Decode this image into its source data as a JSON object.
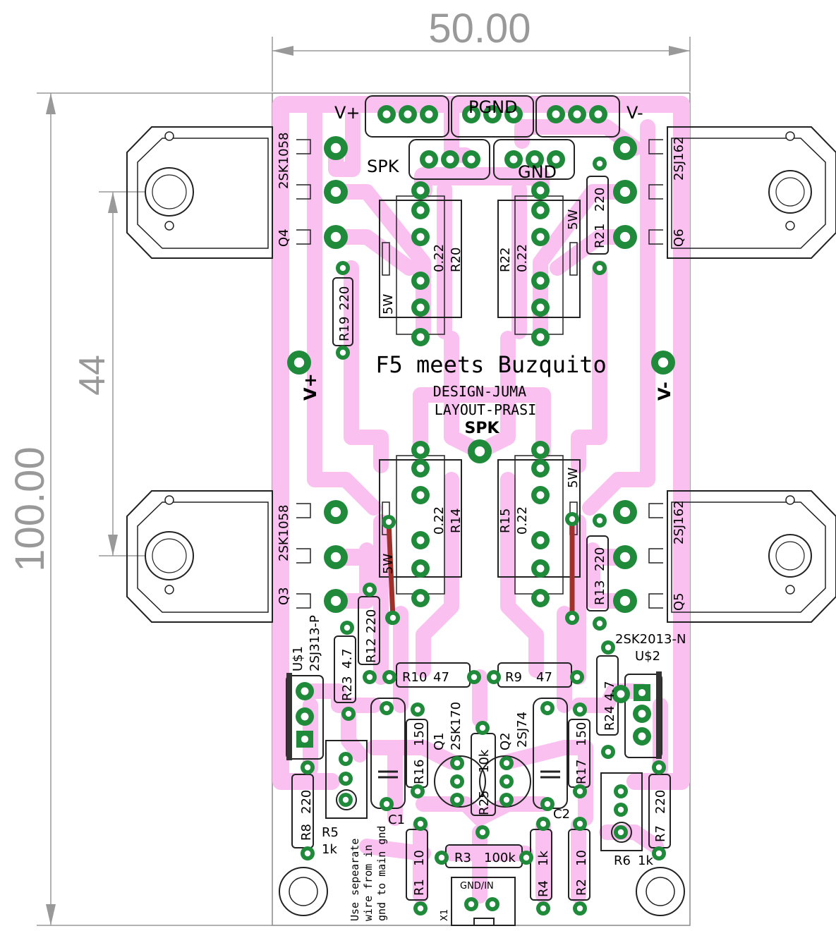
{
  "dimensions": {
    "width": "50.00",
    "height": "100.00",
    "mount_spacing": "44"
  },
  "title": {
    "main": "F5 meets Buzquito",
    "design": "DESIGN-JUMA",
    "layout": "LAYOUT-PRASI"
  },
  "connectors": {
    "vplus_top": "V+",
    "pgnd": "PGND",
    "vminus_top": "V-",
    "spk_top": "SPK",
    "gnd": "GND",
    "spk_mid": "SPK",
    "vplus_side": "V+",
    "vminus_side": "V-",
    "gnd_in": "GND/IN",
    "x1": "X1"
  },
  "transistors": {
    "q4": {
      "ref": "Q4",
      "part": "2SK1058"
    },
    "q6": {
      "ref": "Q6",
      "part": "2SJ162"
    },
    "q3": {
      "ref": "Q3",
      "part": "2SK1058"
    },
    "q5": {
      "ref": "Q5",
      "part": "2SJ162"
    },
    "q1": {
      "ref": "Q1",
      "part": "2SK170"
    },
    "q2": {
      "ref": "Q2",
      "part": "2SJ74"
    },
    "u1": {
      "ref": "U$1",
      "part": "2SJ313-P"
    },
    "u2": {
      "ref": "U$2",
      "part": "2SK2013-N"
    }
  },
  "resistors": {
    "r20": {
      "ref": "R20",
      "value": "0.22",
      "power": "5W"
    },
    "r22": {
      "ref": "R22",
      "value": "0.22",
      "power": "5W"
    },
    "r14": {
      "ref": "R14",
      "value": "0.22",
      "power": "5W"
    },
    "r15": {
      "ref": "R15",
      "value": "0.22",
      "power": "5W"
    },
    "r19": {
      "ref": "R19",
      "value": "220"
    },
    "r21": {
      "ref": "R21",
      "value": "220"
    },
    "r13": {
      "ref": "R13",
      "value": "220"
    },
    "r12": {
      "ref": "R12",
      "value": "220"
    },
    "r23": {
      "ref": "R23",
      "value": "4.7"
    },
    "r24": {
      "ref": "R24",
      "value": "4.7"
    },
    "r10": {
      "ref": "R10",
      "value": "47"
    },
    "r9": {
      "ref": "R9",
      "value": "47"
    },
    "r16": {
      "ref": "R16",
      "value": "150"
    },
    "r17": {
      "ref": "R17",
      "value": "150"
    },
    "r25": {
      "ref": "R25",
      "value": "10k"
    },
    "r8": {
      "ref": "R8",
      "value": "220"
    },
    "r7": {
      "ref": "R7",
      "value": "220"
    },
    "r5": {
      "ref": "R5",
      "value": "1k"
    },
    "r6": {
      "ref": "R6",
      "value": "1k"
    },
    "r1": {
      "ref": "R1",
      "value": "10"
    },
    "r2": {
      "ref": "R2",
      "value": "10"
    },
    "r3": {
      "ref": "R3",
      "value": "100k"
    },
    "r4": {
      "ref": "R4",
      "value": "1k"
    }
  },
  "capacitors": {
    "c1": "C1",
    "c2": "C2"
  },
  "note": [
    "Use sepearate",
    "wire from in",
    "gnd to main gnd"
  ],
  "colors": {
    "trace": "#f9c0f0",
    "pad": "#1e8a3a",
    "jumper": "#a0302a",
    "dimension": "#999999",
    "outline": "#222222"
  }
}
